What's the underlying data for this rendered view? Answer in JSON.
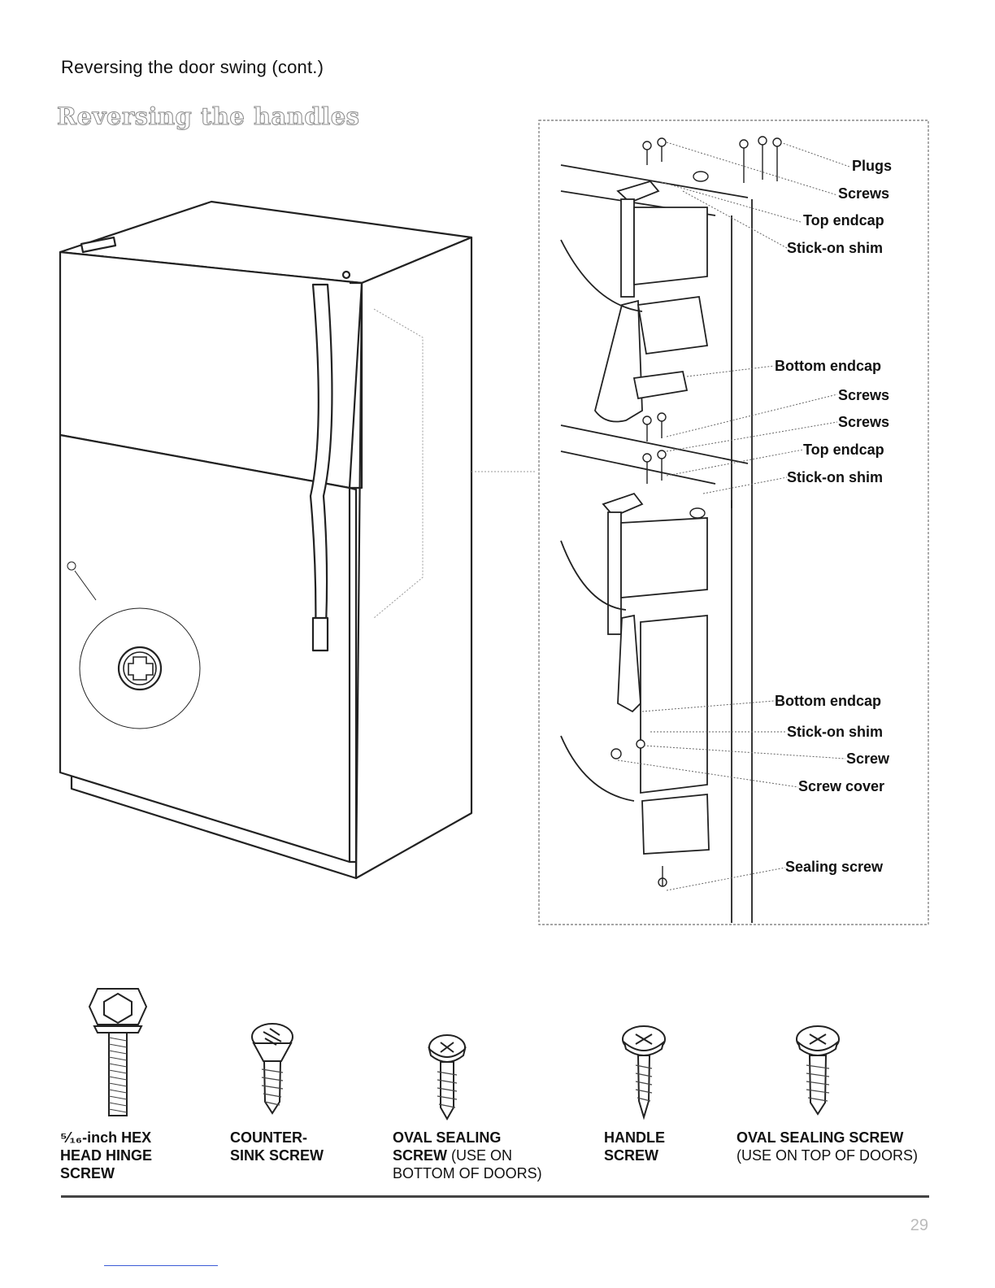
{
  "header": {
    "title": "Reversing the door swing (cont.)",
    "section": "Reversing the handles"
  },
  "callouts_upper": [
    "Plugs",
    "Screws",
    "Top endcap",
    "Stick-on shim",
    "Bottom endcap",
    "Screws",
    "Screws",
    "Top endcap",
    "Stick-on shim"
  ],
  "callouts_lower": [
    "Bottom endcap",
    "Stick-on shim",
    "Screw",
    "Screw cover",
    "Sealing screw"
  ],
  "screws": [
    {
      "line1": "⁵⁄₁₆-inch HEX",
      "line2": "HEAD HINGE",
      "line3": "SCREW",
      "note": ""
    },
    {
      "line1": "COUNTER-",
      "line2": "SINK SCREW",
      "line3": "",
      "note": ""
    },
    {
      "line1": "OVAL SEALING",
      "line2": "SCREW",
      "line3": "",
      "note_inline": "(USE ON",
      "note": "BOTTOM OF DOORS)"
    },
    {
      "line1": "HANDLE",
      "line2": "SCREW",
      "line3": "",
      "note": ""
    },
    {
      "line1": "OVAL SEALING SCREW",
      "line2": "",
      "line3": "",
      "note": "(USE ON TOP OF DOORS)"
    }
  ],
  "footer": {
    "page_number": "29"
  }
}
